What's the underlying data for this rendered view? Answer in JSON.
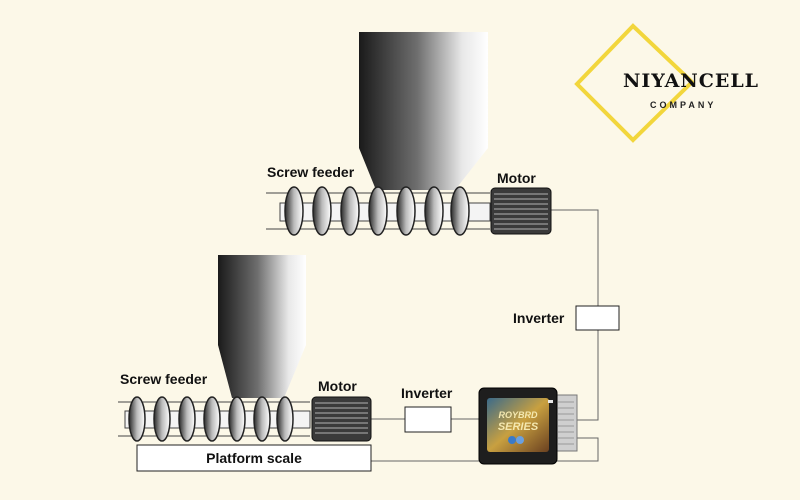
{
  "logo": {
    "name": "NIYANCELL",
    "subtitle": "COMPANY",
    "accent_color": "#f2d63c"
  },
  "diagram": {
    "upper_feeder": {
      "label": "Screw feeder",
      "motor_label": "Motor"
    },
    "lower_feeder": {
      "label": "Screw feeder",
      "motor_label": "Motor"
    },
    "inverter_right": {
      "label": "Inverter"
    },
    "inverter_bottom": {
      "label": "Inverter"
    },
    "platform_scale": {
      "label": "Platform scale"
    },
    "controller": {
      "brand_line1": "ROYBRD",
      "brand_line2": "SERIES",
      "screen_color": "#c8a040"
    }
  },
  "colors": {
    "background": "#fcf8e8",
    "line": "#555555"
  }
}
